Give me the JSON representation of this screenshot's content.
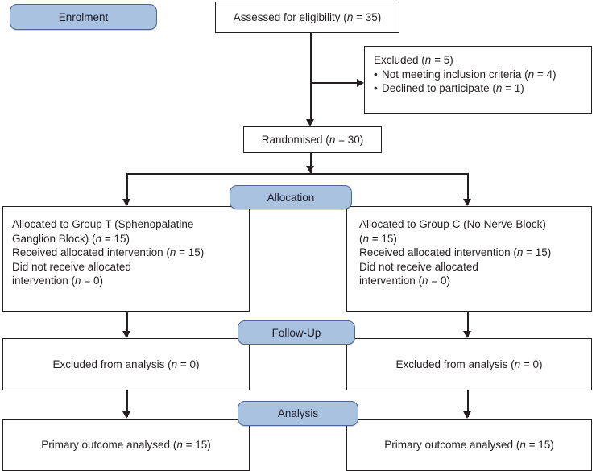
{
  "diagram": {
    "title": "CONSORT participant flow diagram",
    "colors": {
      "stage_fill": "#a9c2e0",
      "stage_border": "#4a6a93",
      "box_border": "#231f20",
      "text": "#231f20",
      "background": "#ffffff"
    }
  },
  "stages": {
    "enrolment": "Enrolment",
    "allocation": "Allocation",
    "followup": "Follow-Up",
    "analysis": "Analysis"
  },
  "boxes": {
    "assessed": "Assessed for eligibility (n = 35)",
    "excluded": {
      "heading": "Excluded (n = 5)",
      "items": [
        "Not meeting inclusion criteria (n = 4)",
        "Declined to participate (n = 1)"
      ]
    },
    "randomised": "Randomised (n = 30)",
    "allocation_left": [
      "Allocated to Group T (Sphenopalatine",
      "Ganglion Block) (n = 15)",
      "Received allocated intervention (n = 15)",
      "Did not receive allocated",
      "intervention  (n = 0)"
    ],
    "allocation_right": [
      "Allocated to Group C (No Nerve Block)",
      "(n = 15)",
      "Received allocated intervention (n = 15)",
      "Did not receive allocated",
      "intervention (n = 0)"
    ],
    "followup_left": "Excluded from analysis (n = 0)",
    "followup_right": "Excluded from analysis (n = 0)",
    "analysis_left": "Primary outcome analysed (n = 15)",
    "analysis_right": "Primary outcome analysed (n = 15)"
  }
}
